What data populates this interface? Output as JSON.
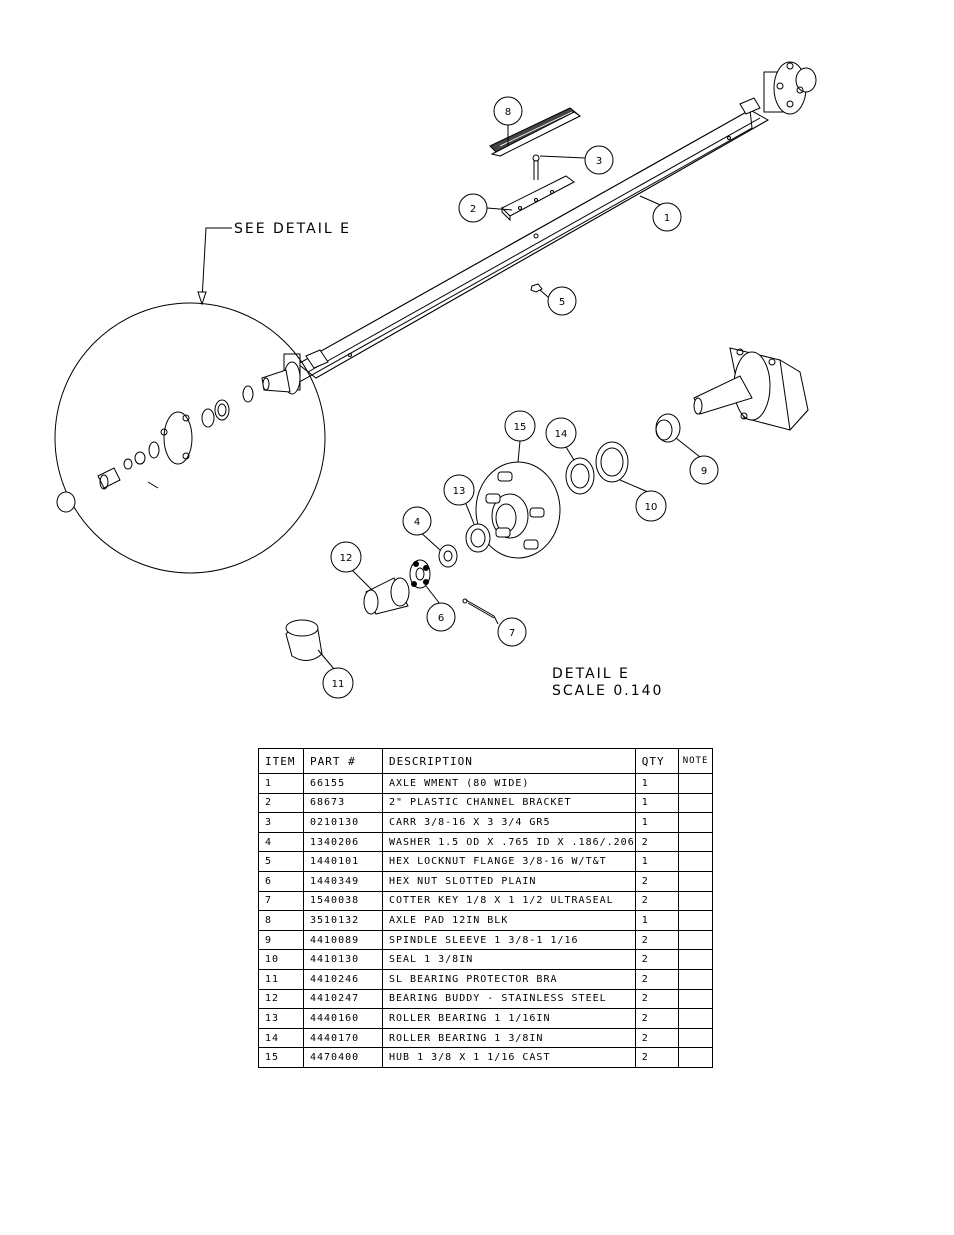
{
  "drawing": {
    "see_detail": "SEE DETAIL  E",
    "detail_title": "DETAIL  E",
    "detail_scale": "SCALE  0.140",
    "callouts": [
      {
        "number": "1"
      },
      {
        "number": "2"
      },
      {
        "number": "3"
      },
      {
        "number": "4"
      },
      {
        "number": "5"
      },
      {
        "number": "6"
      },
      {
        "number": "7"
      },
      {
        "number": "8"
      },
      {
        "number": "9"
      },
      {
        "number": "10"
      },
      {
        "number": "11"
      },
      {
        "number": "12"
      },
      {
        "number": "13"
      },
      {
        "number": "14"
      },
      {
        "number": "15"
      }
    ]
  },
  "bom": {
    "headers": {
      "item": "ITEM",
      "part": "PART #",
      "description": "DESCRIPTION",
      "qty": "QTY",
      "note": "NOTE"
    },
    "rows": [
      {
        "item": "1",
        "part": "66155",
        "description": "AXLE WMENT (80 WIDE)",
        "qty": "1",
        "note": ""
      },
      {
        "item": "2",
        "part": "68673",
        "description": "2\" PLASTIC CHANNEL BRACKET",
        "qty": "1",
        "note": ""
      },
      {
        "item": "3",
        "part": "0210130",
        "description": "CARR 3/8-16 X 3 3/4 GR5",
        "qty": "1",
        "note": ""
      },
      {
        "item": "4",
        "part": "1340206",
        "description": "WASHER 1.5 OD X .765 ID X .186/.206",
        "qty": "2",
        "note": ""
      },
      {
        "item": "5",
        "part": "1440101",
        "description": "HEX LOCKNUT FLANGE 3/8-16 W/T&T",
        "qty": "1",
        "note": ""
      },
      {
        "item": "6",
        "part": "1440349",
        "description": "HEX NUT SLOTTED PLAIN",
        "qty": "2",
        "note": ""
      },
      {
        "item": "7",
        "part": "1540038",
        "description": "COTTER KEY 1/8 X 1 1/2 ULTRASEAL",
        "qty": "2",
        "note": ""
      },
      {
        "item": "8",
        "part": "3510132",
        "description": "AXLE PAD 12IN  BLK",
        "qty": "1",
        "note": ""
      },
      {
        "item": "9",
        "part": "4410089",
        "description": "SPINDLE SLEEVE  1 3/8-1 1/16",
        "qty": "2",
        "note": ""
      },
      {
        "item": "10",
        "part": "4410130",
        "description": "SEAL  1 3/8IN",
        "qty": "2",
        "note": ""
      },
      {
        "item": "11",
        "part": "4410246",
        "description": "SL BEARING PROTECTOR BRA",
        "qty": "2",
        "note": ""
      },
      {
        "item": "12",
        "part": "4410247",
        "description": "BEARING BUDDY - STAINLESS STEEL",
        "qty": "2",
        "note": ""
      },
      {
        "item": "13",
        "part": "4440160",
        "description": "ROLLER BEARING   1 1/16IN",
        "qty": "2",
        "note": ""
      },
      {
        "item": "14",
        "part": "4440170",
        "description": "ROLLER BEARING   1 3/8IN",
        "qty": "2",
        "note": ""
      },
      {
        "item": "15",
        "part": "4470400",
        "description": "HUB  1 3/8 X 1 1/16 CAST",
        "qty": "2",
        "note": ""
      }
    ]
  }
}
